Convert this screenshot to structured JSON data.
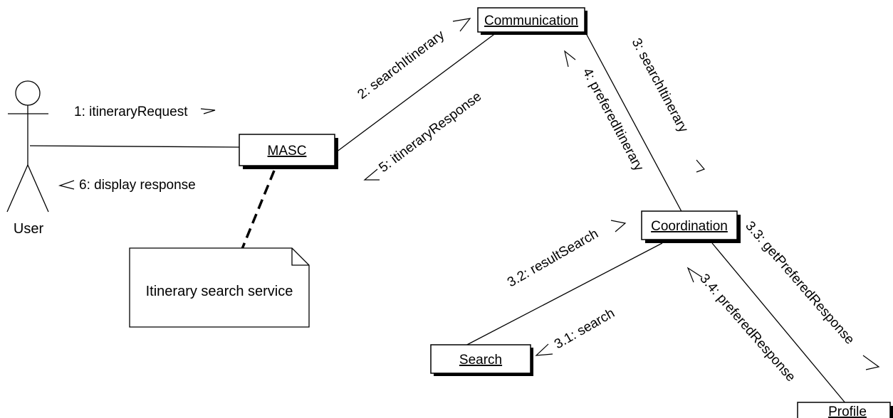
{
  "actor": {
    "name": "User"
  },
  "objects": {
    "masc": "MASC",
    "communication": "Communication",
    "coordination": "Coordination",
    "search": "Search",
    "profile": "Profile"
  },
  "note": {
    "text": "Itinerary search service"
  },
  "messages": {
    "m1": "1: itineraryRequest",
    "m2": "2: searchItinerary",
    "m3": "3: searchItinerary",
    "m31": "3.1: search",
    "m32": "3.2: resultSearch",
    "m33": "3.3: getPreferedResponse",
    "m34": "3.4: preferedResponse",
    "m4": "4: preferedItinerary",
    "m5": "5: itineraryResponse",
    "m6": "6: display response"
  }
}
